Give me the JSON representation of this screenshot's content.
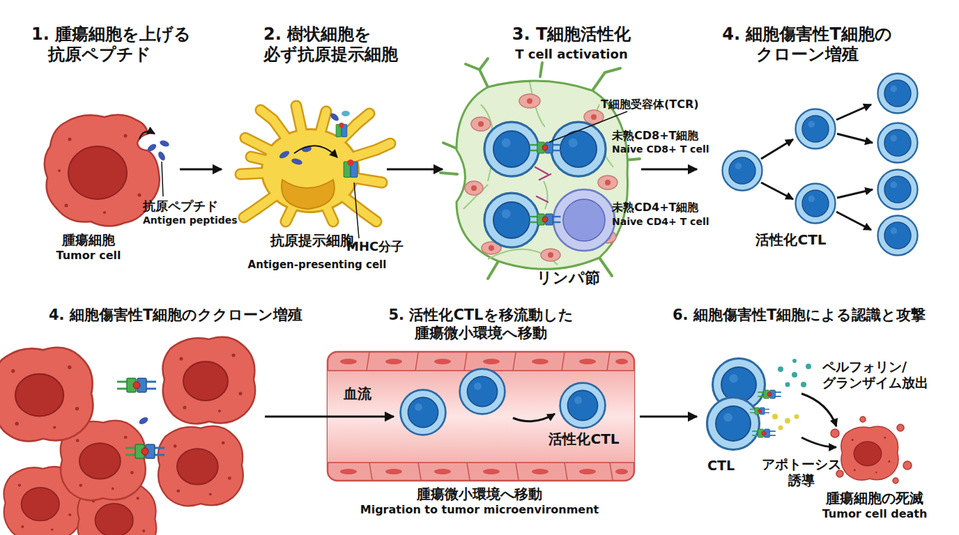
{
  "diagram": {
    "nodes": [
      {
        "text": [
          "1. 腫瘍細胞を上げる 抗原ペプチド",
          "腫瘍細胞",
          "Tumor cell"
        ]
      },
      {
        "text": [
          "2. 樹状細胞を 必ず抗原提示細胞",
          "抗原提示細胞",
          "Antigen-presenting cell"
        ]
      },
      {
        "text": [
          "3. T細胞活性化",
          "T cell activation",
          "リンパ節"
        ]
      },
      {
        "text": [
          "4. 細胞傷害性T細胞の クローン増殖",
          "活性化CTL"
        ]
      },
      {
        "text": [
          "4. 細胞傷害性T細胞のククローン増殖"
        ]
      },
      {
        "text": [
          "5. 活性化CTLを移流動した 腫瘍微小環境へ移動",
          "血流",
          "活性化CTL",
          "腫瘍微小環境へ移動",
          "Migration to tumor microenvironment"
        ]
      },
      {
        "text": [
          "6. 細胞傷害性T細胞による認識と攻撃",
          "ペルフォリン/ グランザイム放出",
          "CTL",
          "アポトーシス 誘導",
          "腫瘍細胞の死滅",
          "Tumor cell death"
        ]
      }
    ],
    "edges": [
      {
        "from": 0,
        "to": 1,
        "arrow": "to"
      },
      {
        "from": 1,
        "to": 2,
        "arrow": "to"
      },
      {
        "from": 2,
        "to": 3,
        "arrow": "to"
      },
      {
        "from": 4,
        "to": 5,
        "arrow": "to"
      },
      {
        "from": 5,
        "to": 6,
        "arrow": "to"
      }
    ],
    "labels": [
      "抗原ペプチド",
      "Antigen peptides",
      "MHC分子",
      "T細胞受容体(TCR)",
      "未熟CD8+T細胞",
      "Naive CD8+ T cell",
      "未熟CD4+T細胞",
      "Naive CD4+ T cell"
    ]
  }
}
